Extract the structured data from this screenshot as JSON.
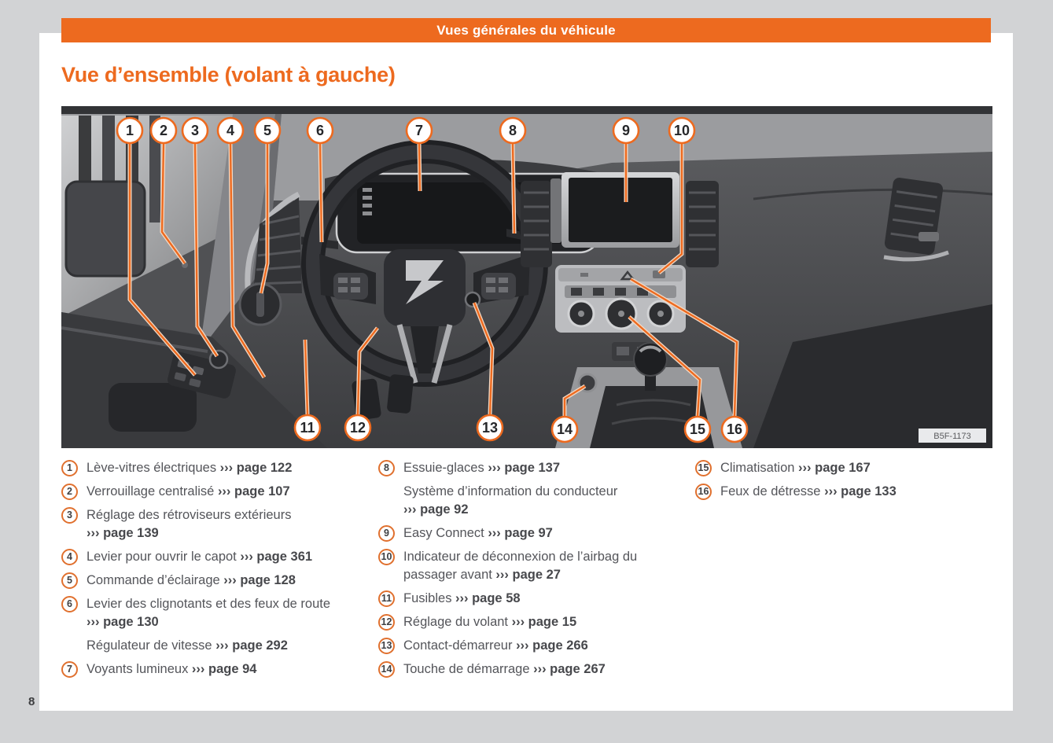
{
  "header": {
    "title": "Vues générales du véhicule"
  },
  "section_title": "Vue d’ensemble (volant à gauche)",
  "page_number": "8",
  "figure": {
    "photo_code": "B5F-1173",
    "callouts": [
      "1",
      "2",
      "3",
      "4",
      "5",
      "6",
      "7",
      "8",
      "9",
      "10",
      "11",
      "12",
      "13",
      "14",
      "15",
      "16"
    ],
    "accent_color": "#ed6a1f"
  },
  "legend": {
    "columns": [
      {
        "items": [
          {
            "num": "1",
            "label": "Lève-vitres électriques",
            "ref": "››› page 122",
            "break": false
          },
          {
            "num": "2",
            "label": "Verrouillage centralisé",
            "ref": "››› page 107",
            "break": false
          },
          {
            "num": "3",
            "label": "Réglage des rétroviseurs extérieurs",
            "ref": "››› page 139",
            "break": true
          },
          {
            "num": "4",
            "label": "Levier pour ouvrir le capot",
            "ref": "››› page 361",
            "break": false
          },
          {
            "num": "5",
            "label": "Commande d’éclairage",
            "ref": "››› page 128",
            "break": false
          },
          {
            "num": "6",
            "label": "Levier des clignotants et des feux de route",
            "ref": "››› page 130",
            "break": true
          },
          {
            "num": "",
            "label": "Régulateur de vitesse",
            "ref": "››› page 292",
            "break": false
          },
          {
            "num": "7",
            "label": "Voyants lumineux",
            "ref": "››› page 94",
            "break": false
          }
        ]
      },
      {
        "items": [
          {
            "num": "8",
            "label": "Essuie-glaces",
            "ref": "››› page 137",
            "break": false
          },
          {
            "num": "",
            "label": "Système d’information du conducteur",
            "ref": "››› page 92",
            "break": true
          },
          {
            "num": "9",
            "label": "Easy Connect",
            "ref": "››› page 97",
            "break": false
          },
          {
            "num": "10",
            "label": "Indicateur de déconnexion de l’airbag du passager avant",
            "ref": "››› page 27",
            "break": false
          },
          {
            "num": "11",
            "label": "Fusibles",
            "ref": "››› page 58",
            "break": false
          },
          {
            "num": "12",
            "label": "Réglage du volant",
            "ref": "››› page 15",
            "break": false
          },
          {
            "num": "13",
            "label": "Contact-démarreur",
            "ref": "››› page 266",
            "break": false
          },
          {
            "num": "14",
            "label": "Touche de démarrage",
            "ref": "››› page 267",
            "break": false
          }
        ]
      },
      {
        "items": [
          {
            "num": "15",
            "label": "Climatisation",
            "ref": "››› page 167",
            "break": false
          },
          {
            "num": "16",
            "label": "Feux de détresse",
            "ref": "››› page 133",
            "break": false
          }
        ]
      }
    ]
  }
}
